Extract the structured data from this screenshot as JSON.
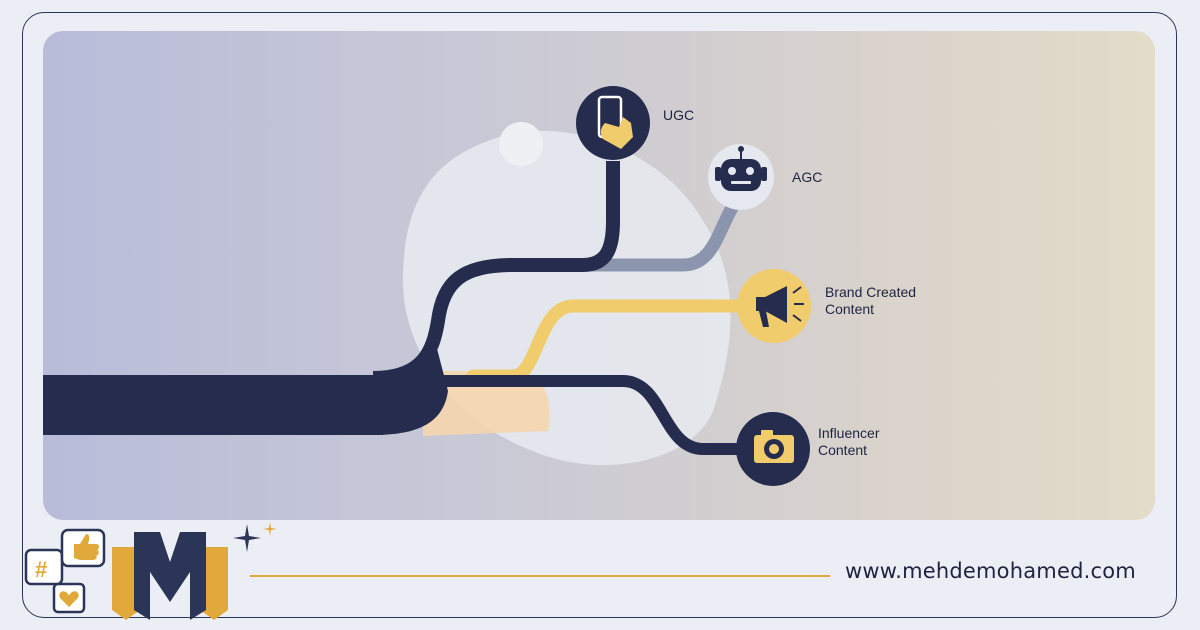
{
  "diagram": {
    "nodes": [
      {
        "id": "ugc",
        "label": "UGC",
        "icon": "smartphone-icon"
      },
      {
        "id": "agc",
        "label": "AGC",
        "icon": "robot-icon"
      },
      {
        "id": "brand",
        "label": "Brand Created\nContent",
        "icon": "megaphone-icon"
      },
      {
        "id": "influencer",
        "label": "Influencer\nContent",
        "icon": "camera-icon"
      }
    ],
    "colors": {
      "navy": "#252c4d",
      "gold": "#f1cc6c",
      "slate": "#8b95ad",
      "cream": "#f5d6ae",
      "blob": "#e6e9ee"
    }
  },
  "footer": {
    "url": "www.mehdemohamed.com",
    "logo_icons": [
      "hashtag-icon",
      "thumbs-up-icon",
      "heart-icon",
      "sparkle-icon"
    ],
    "logo_colors": {
      "navy": "#2b3557",
      "gold": "#e0a93a"
    }
  }
}
